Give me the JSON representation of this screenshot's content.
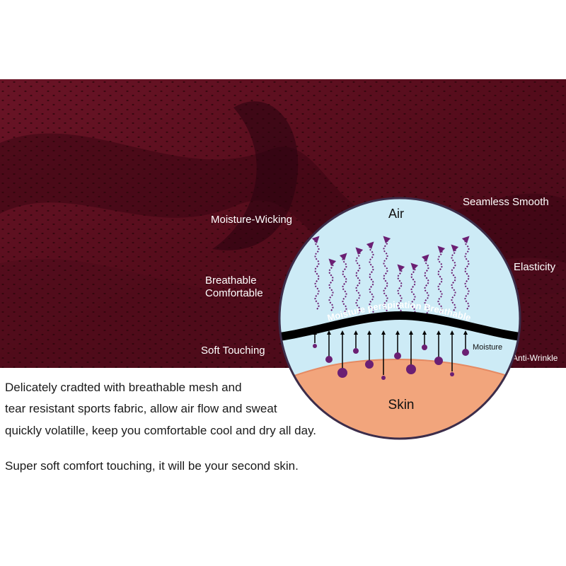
{
  "colors": {
    "fabric": "#5a0f1e",
    "fabric_dark": "#3a0610",
    "circle_sky": "#cdebf6",
    "circle_skin": "#f2a57c",
    "circle_border": "#3c2d4a",
    "droplet": "#6b1f73",
    "band": "#000000"
  },
  "features": {
    "moisture_wicking": "Moisture-Wicking",
    "breathable": "Breathable",
    "comfortable": "Comfortable",
    "soft_touching": "Soft Touching",
    "seamless_smooth": "Seamless Smooth",
    "elasticity": "Elasticity",
    "anti_wrinkle": "Anti-Wrinkle"
  },
  "diagram": {
    "air": "Air",
    "band_text": "Moisture perspiration Breathable",
    "moisture": "Moisture",
    "skin": "Skin"
  },
  "description": {
    "line1": "Delicately cradted with breathable mesh and",
    "line2": "tear resistant sports fabric, allow air flow and sweat",
    "line3": "quickly volatille, keep you comfortable cool and dry all day.",
    "line4": "Super soft comfort touching, it will be your second skin."
  }
}
